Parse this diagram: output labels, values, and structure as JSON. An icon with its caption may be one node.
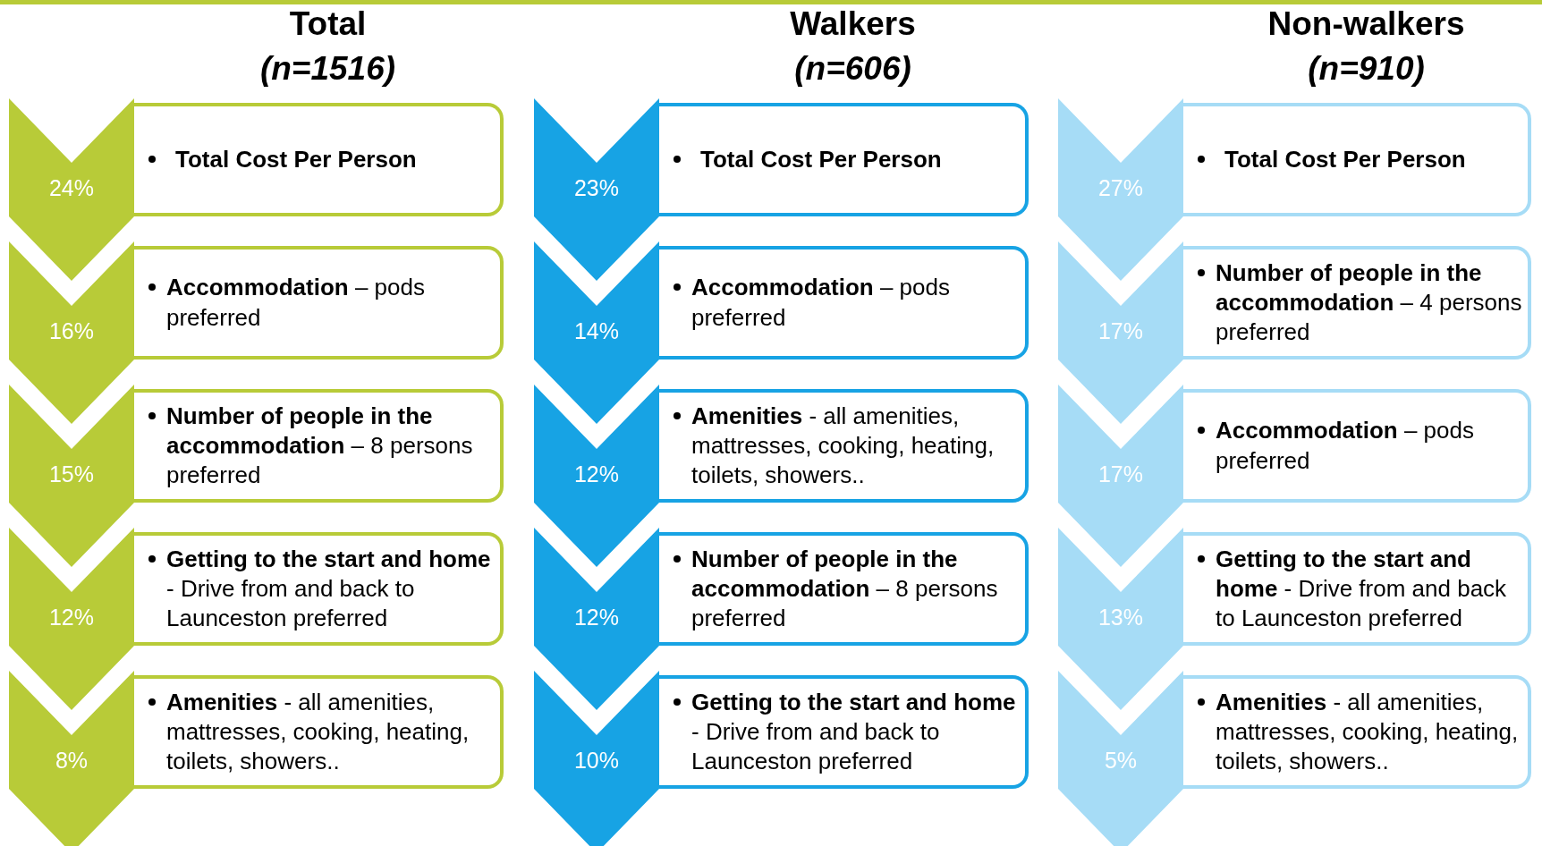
{
  "diagram": {
    "nodes": [
      {
        "text": [
          "24%"
        ]
      },
      {
        "text": [
          "Total Cost Per Person"
        ]
      },
      {
        "text": [
          "16%"
        ]
      },
      {
        "text": [
          "**Accommodation** – pods preferred"
        ]
      },
      {
        "text": [
          "15%"
        ]
      },
      {
        "text": [
          "**Number of people in the accommodation** – 8 persons preferred"
        ]
      },
      {
        "text": [
          "12%"
        ]
      },
      {
        "text": [
          "**Getting to the start and home** - Drive from and back to Launceston preferred"
        ]
      },
      {
        "text": [
          "8%"
        ]
      },
      {
        "text": [
          "**Amenities** - all amenities, mattresses, cooking, heating, toilets, showers.."
        ]
      },
      {
        "text": [
          "23%"
        ]
      },
      {
        "text": [
          "Total Cost Per Person"
        ]
      },
      {
        "text": [
          "14%"
        ]
      },
      {
        "text": [
          "**Accommodation** – pods preferred"
        ]
      },
      {
        "text": [
          "12%"
        ]
      },
      {
        "text": [
          "**Amenities** - all amenities, mattresses, cooking, heating, toilets, showers.."
        ]
      },
      {
        "text": [
          "12%"
        ]
      },
      {
        "text": [
          "**Number of people in the accommodation** – 8 persons preferred"
        ]
      },
      {
        "text": [
          "10%"
        ]
      },
      {
        "text": [
          "**Getting to the start and home** - Drive from and back to Launceston preferred"
        ]
      },
      {
        "text": [
          "27%"
        ]
      },
      {
        "text": [
          "Total Cost Per Person"
        ]
      },
      {
        "text": [
          "17%"
        ]
      },
      {
        "text": [
          "**Number of people in the accommodation** – 4 persons preferred"
        ]
      },
      {
        "text": [
          "17%"
        ]
      },
      {
        "text": [
          "**Accommodation** – pods preferred"
        ]
      },
      {
        "text": [
          "13%"
        ]
      },
      {
        "text": [
          "**Getting to the start and home** - Drive from and back to Launceston preferred"
        ]
      },
      {
        "text": [
          "5%"
        ]
      },
      {
        "text": [
          "**Amenities** - all amenities, mattresses, cooking, heating, toilets, showers.."
        ]
      }
    ],
    "labels": [
      "Total",
      "(n=1516)",
      "Walkers",
      "(n=606)",
      "Non-walkers",
      "(n=910)"
    ]
  }
}
